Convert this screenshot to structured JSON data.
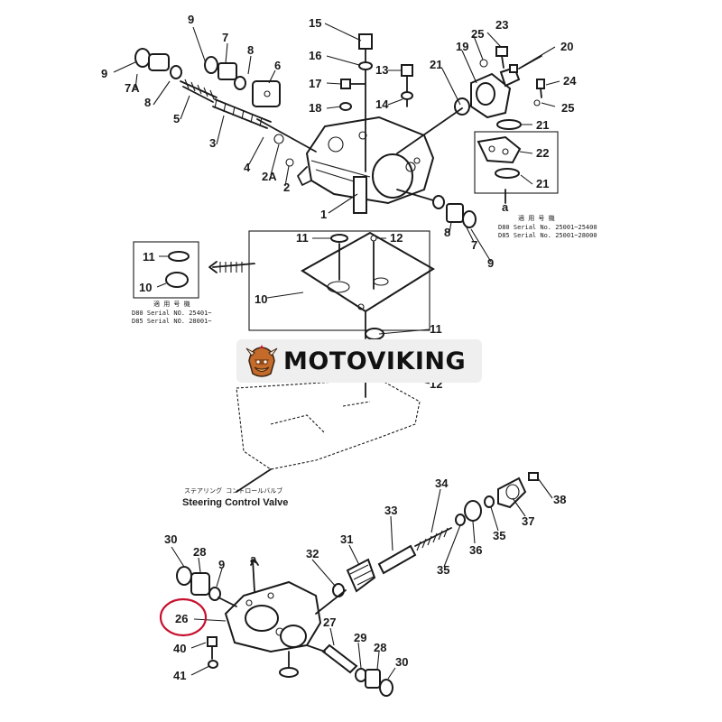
{
  "labels": {
    "n1": "1",
    "n2": "2",
    "n2a": "2A",
    "n3": "3",
    "n4": "4",
    "n5": "5",
    "n6": "6",
    "n7": "7",
    "n7a": "7A",
    "n8a": "8",
    "n8b": "8",
    "n9a": "9",
    "n9b": "9",
    "n10a": "10",
    "n10b": "10",
    "n11a": "11",
    "n11b": "11",
    "n11c": "11",
    "n12a": "12",
    "n12b": "12",
    "n13": "13",
    "n14": "14",
    "n15": "15",
    "n16": "16",
    "n17": "17",
    "n18": "18",
    "n19": "19",
    "n20": "20",
    "n21a": "21",
    "n21b": "21",
    "n21c": "21",
    "n22": "22",
    "n23": "23",
    "n24": "24",
    "n25a": "25",
    "n25b": "25",
    "n7b": "7",
    "n8c": "8",
    "n9c": "9",
    "n9d": "9",
    "n26": "26",
    "n27": "27",
    "n28a": "28",
    "n28b": "28",
    "n29": "29",
    "n30a": "30",
    "n30b": "30",
    "n31": "31",
    "n32": "32",
    "n33": "33",
    "n34": "34",
    "n35a": "35",
    "n35b": "35",
    "n36": "36",
    "n37": "37",
    "n38": "38",
    "n40": "40",
    "n41": "41",
    "a1": "a",
    "a2": "a"
  },
  "captions": {
    "top_right_jp": "適 用 号 機",
    "top_right_l1": "D80 Serial No. 25001~25400",
    "top_right_l2": "D85 Serial No. 25001~28000",
    "left_jp": "適 用 号 機",
    "left_l1": "D80 Serial NO. 25401~",
    "left_l2": "D85 Serial NO. 28001~",
    "valve_jp": "ステアリング コントロールバルブ",
    "valve_en": "Steering Control Valve"
  },
  "logo": {
    "text": "MOTOVIKING"
  },
  "colors": {
    "highlight_circle": "#c8102e",
    "line": "#1a1a1a"
  }
}
